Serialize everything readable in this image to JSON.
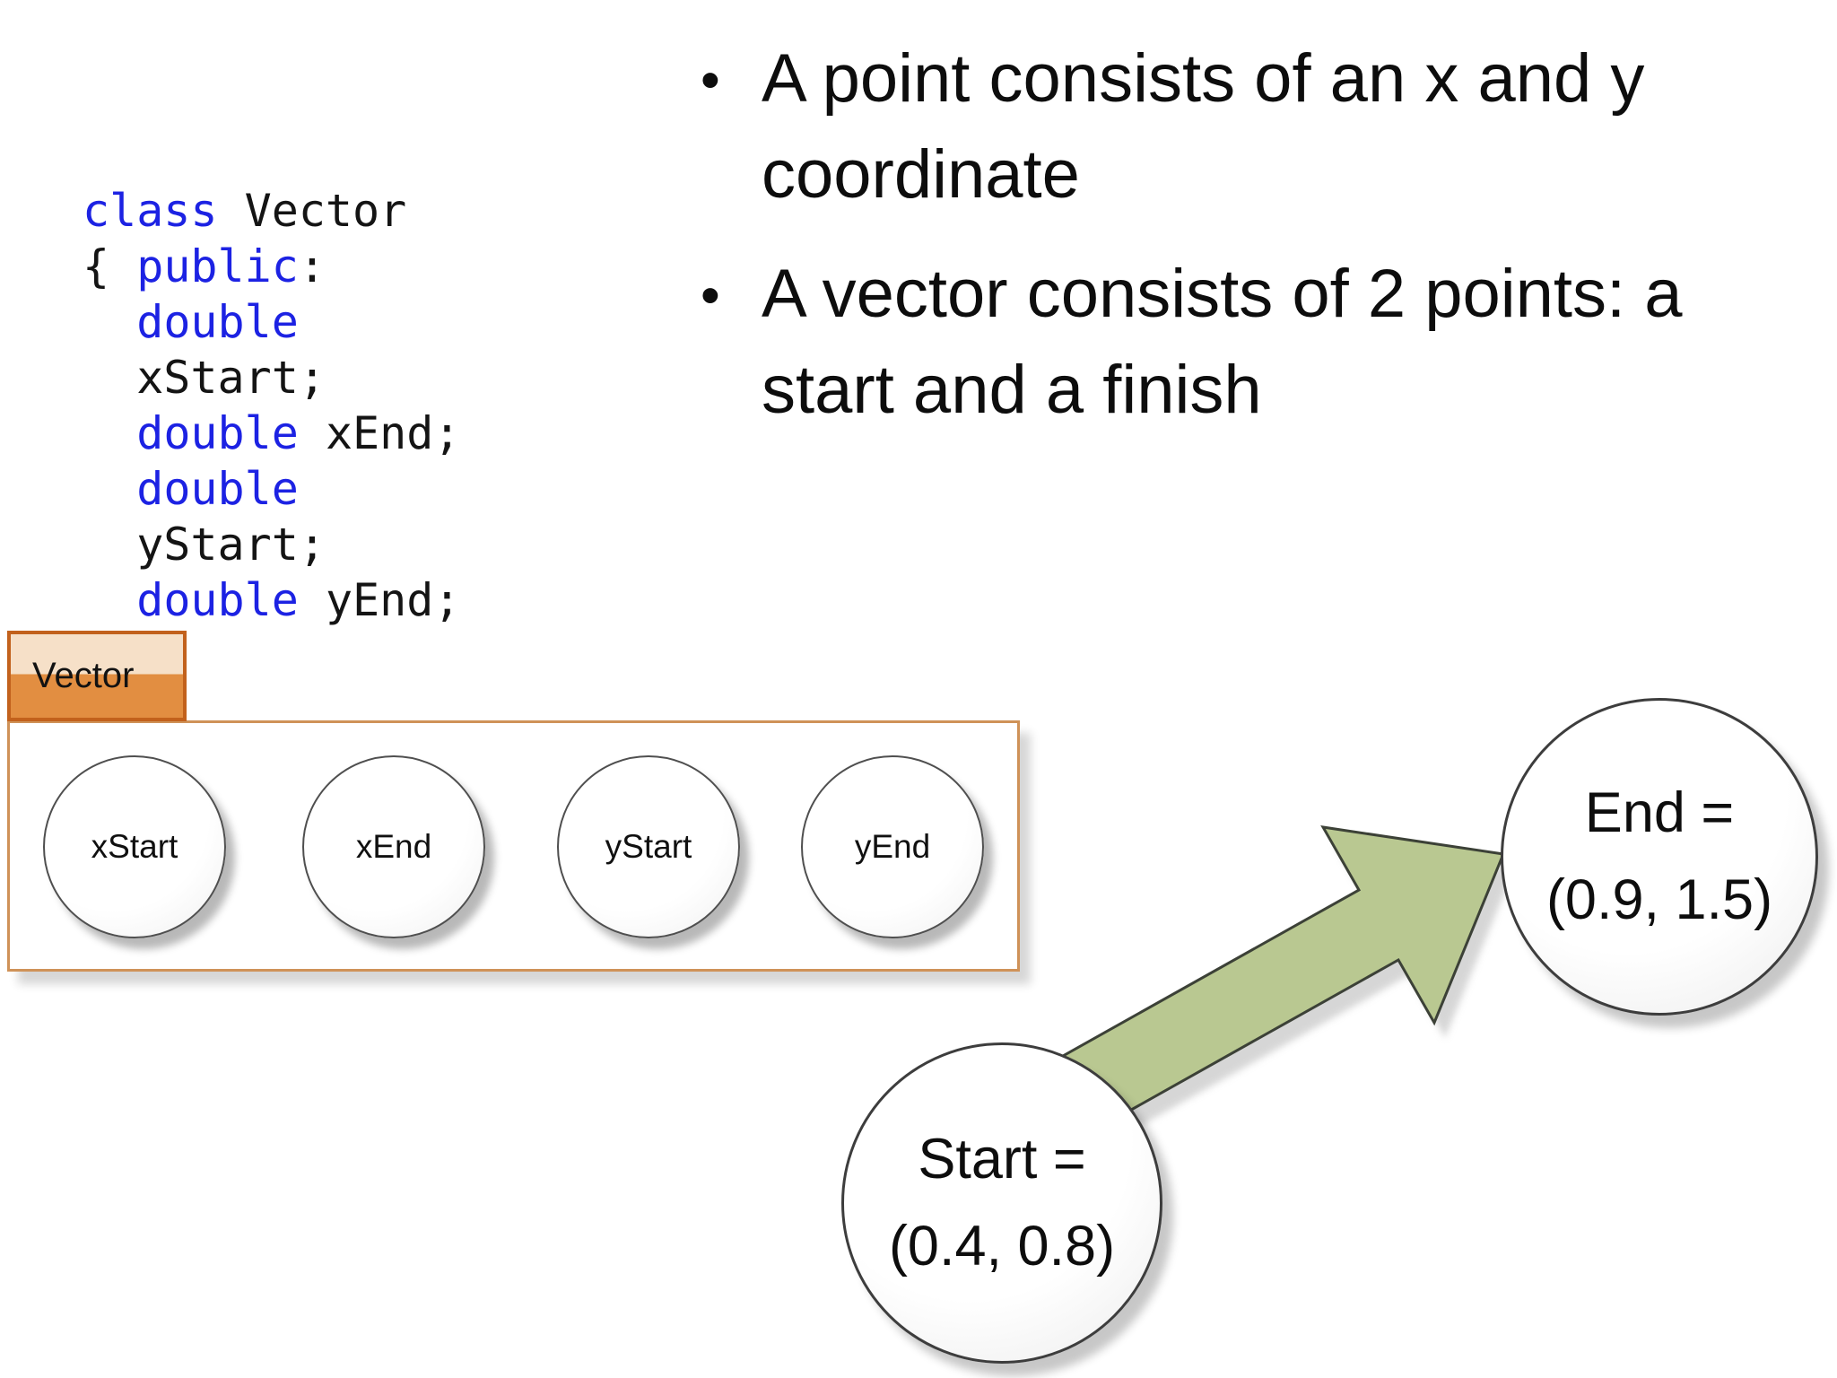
{
  "slide": {
    "bullets": [
      {
        "lines": [
          "A point consists of an x and y",
          "coordinate"
        ]
      },
      {
        "lines": [
          "A vector consists of 2 points: a",
          "start and a finish"
        ]
      }
    ],
    "code": {
      "lines": [
        [
          {
            "t": "class"
          },
          {
            "t": " Vector"
          }
        ],
        [
          {
            "t": "{ "
          },
          {
            "t": "public"
          },
          {
            "t": ":"
          }
        ],
        [
          {
            "t": "  "
          },
          {
            "t": "double"
          }
        ],
        [
          {
            "t": "  xStart;"
          }
        ],
        [
          {
            "t": "  "
          },
          {
            "t": "double"
          },
          {
            "t": " xEnd;"
          }
        ],
        [
          {
            "t": "  "
          },
          {
            "t": "double"
          }
        ],
        [
          {
            "t": "  yStart;"
          }
        ],
        [
          {
            "t": "  "
          },
          {
            "t": "double"
          },
          {
            "t": " yEnd;"
          }
        ]
      ]
    },
    "uml": {
      "tab_label": "Vector",
      "members": [
        "xStart",
        "xEnd",
        "yStart",
        "yEnd"
      ]
    },
    "diagram": {
      "start_node": {
        "lines": [
          "Start =",
          "(0.4, 0.8)"
        ]
      },
      "end_node": {
        "lines": [
          "End =",
          "(0.9, 1.5)"
        ]
      },
      "arrow_fill": "#b9c891",
      "arrow_stroke": "#3c4137"
    },
    "colors": {
      "keyword_blue": "#1c22e3",
      "tab_top": "#f6e0c8",
      "tab_bottom": "#e28e41",
      "tab_border": "#c2611c",
      "box_border": "#cf9258"
    }
  }
}
